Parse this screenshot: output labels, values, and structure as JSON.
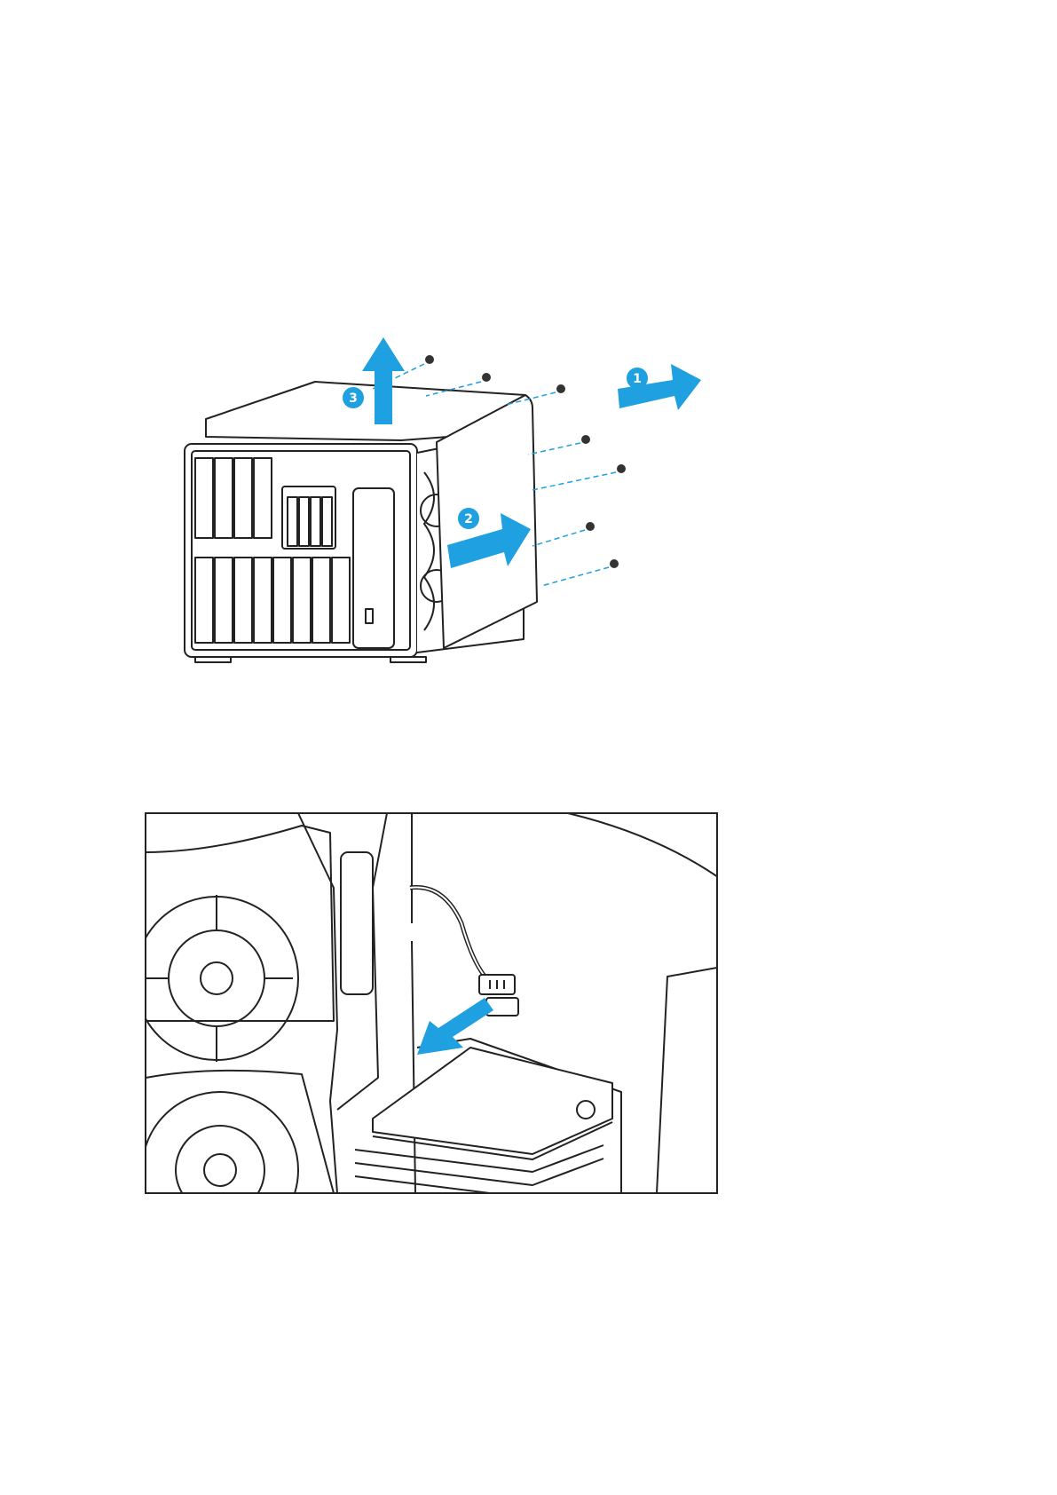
{
  "figures": {
    "top": {
      "step_labels": [
        "1",
        "2",
        "3"
      ],
      "accent_color": "#1fa0e0"
    },
    "bottom": {
      "accent_color": "#1fa0e0"
    }
  }
}
